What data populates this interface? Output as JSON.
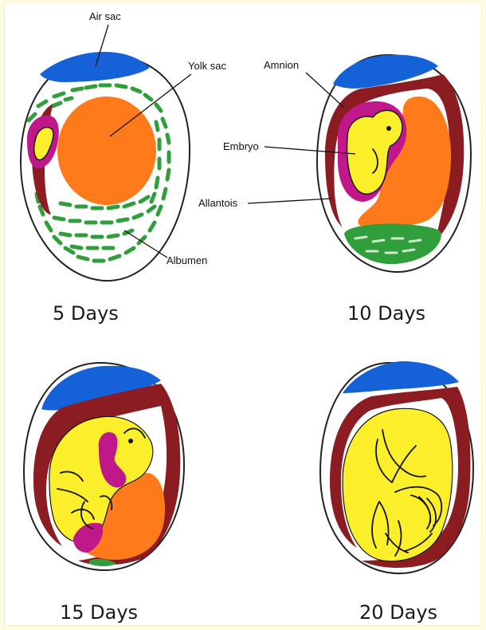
{
  "labels": {
    "air_sac": "Air sac",
    "yolk_sac": "Yolk sac",
    "amnion": "Amnion",
    "embryo": "Embryo",
    "allantois": "Allantois",
    "albumen": "Albumen"
  },
  "stages": [
    {
      "caption": "5 Days"
    },
    {
      "caption": "10 Days"
    },
    {
      "caption": "15 Days"
    },
    {
      "caption": "20 Days"
    }
  ],
  "colors": {
    "air_sac": "#1461d8",
    "yolk_sac": "#ff7a1a",
    "embryo": "#fbef2b",
    "amnion": "#c0188a",
    "allantois": "#8b1c22",
    "albumen": "#2f9e3b",
    "shell": "#ffffff"
  }
}
